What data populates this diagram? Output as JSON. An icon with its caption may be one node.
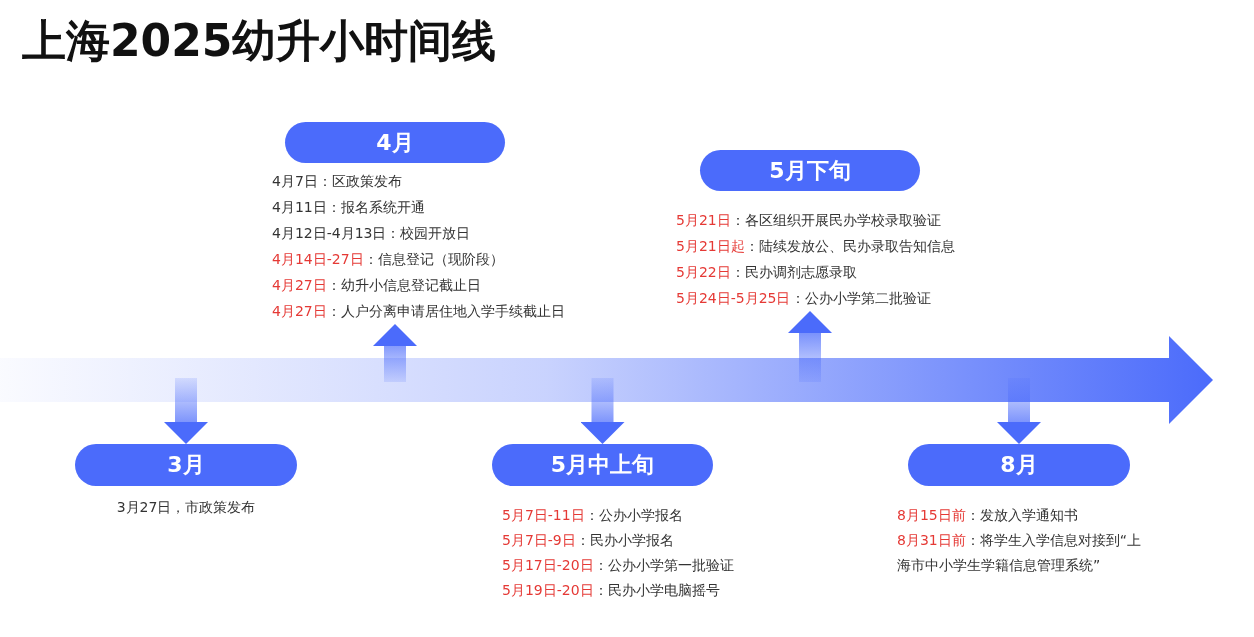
{
  "diagram": {
    "title": "上海2025幼升小时间线",
    "nodes": [
      {
        "text": [
          "3月"
        ],
        "beside": [
          "3月27日，市政策发布"
        ]
      },
      {
        "text": [
          "4月"
        ],
        "beside": [
          "4月7日：区政策发布",
          "4月11日：报名系统开通",
          "4月12日-4月13日：校园开放日",
          "**4月14日-27日**：信息登记（现阶段）",
          "**4月27日**：幼升小信息登记截止日",
          "**4月27日**：人户分离申请居住地入学手续截止日"
        ]
      },
      {
        "text": [
          "5月中上旬"
        ],
        "beside": [
          "**5月7日-11日**：公办小学报名",
          "**5月7日-9日**：民办小学报名",
          "**5月17日-20日**：公办小学第一批验证",
          "**5月19日-20日**：民办小学电脑摇号"
        ]
      },
      {
        "text": [
          "5月下旬"
        ],
        "beside": [
          "**5月21日**：各区组织开展民办学校录取验证",
          "**5月21日起**：陆续发放公、民办录取告知信息",
          "**5月22日**：民办调剂志愿录取",
          "**5月24日-5月25日**：公办小学第二批验证"
        ]
      },
      {
        "text": [
          "8月"
        ],
        "beside": [
          "**8月15日前**：发放入学通知书",
          "**8月31日前**：将学生入学信息对接到“上海市中小学生学籍信息管理系统”"
        ]
      }
    ],
    "edges": [
      {
        "from": null,
        "to": 0,
        "arrow": "to"
      },
      {
        "from": null,
        "to": 1,
        "arrow": "to"
      },
      {
        "from": null,
        "to": 2,
        "arrow": "to"
      },
      {
        "from": null,
        "to": 3,
        "arrow": "to"
      },
      {
        "from": null,
        "to": 4,
        "arrow": "to"
      }
    ]
  }
}
